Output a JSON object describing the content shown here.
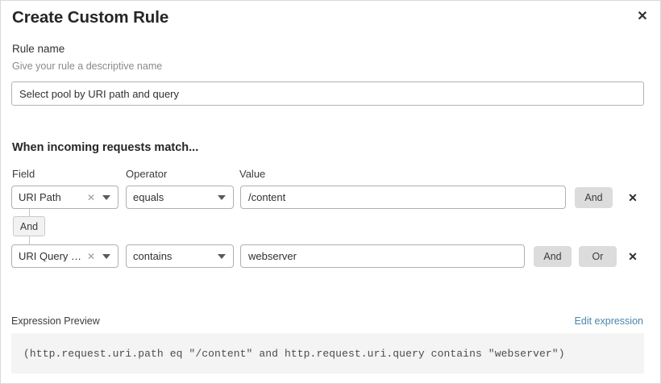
{
  "dialog": {
    "title": "Create Custom Rule",
    "close_icon": "close-icon"
  },
  "rule_name": {
    "label": "Rule name",
    "help": "Give your rule a descriptive name",
    "value": "Select pool by URI path and query",
    "placeholder": ""
  },
  "match_section": {
    "heading": "When incoming requests match...",
    "columns": {
      "field": "Field",
      "operator": "Operator",
      "value": "Value"
    },
    "group_connector": "And",
    "rows": [
      {
        "field": "URI Path",
        "field_clear_icon": "clear-icon",
        "field_chevron_icon": "chevron-down-icon",
        "operator": "equals",
        "operator_chevron_icon": "chevron-down-icon",
        "value": "/content",
        "buttons": [
          "And"
        ],
        "delete_icon": "close-icon"
      },
      {
        "field": "URI Query St...",
        "field_clear_icon": "clear-icon",
        "field_chevron_icon": "chevron-down-icon",
        "operator": "contains",
        "operator_chevron_icon": "chevron-down-icon",
        "value": "webserver",
        "buttons": [
          "And",
          "Or"
        ],
        "delete_icon": "close-icon"
      }
    ]
  },
  "expression": {
    "label": "Expression Preview",
    "edit_link": "Edit expression",
    "text": "(http.request.uri.path eq \"/content\" and http.request.uri.query contains \"webserver\")"
  },
  "colors": {
    "link": "#4a85ad",
    "button_bg": "#dcdcdc",
    "preview_bg": "#f4f4f4",
    "border": "#b0b0b0"
  }
}
